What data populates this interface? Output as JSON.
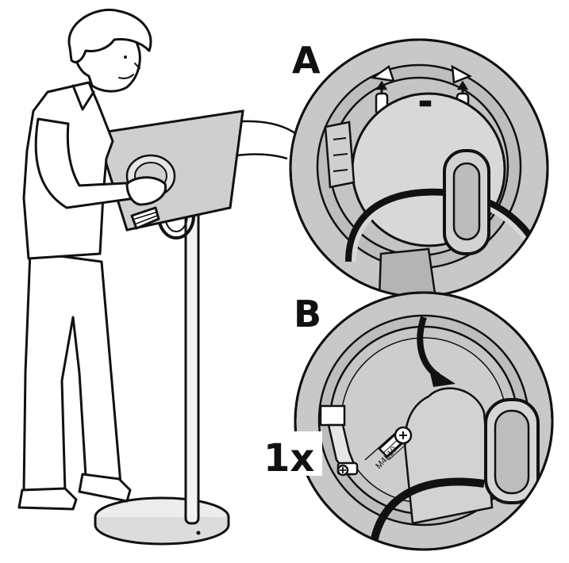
{
  "steps": {
    "a": {
      "letter": "A"
    },
    "b": {
      "letter": "B"
    }
  },
  "screw": {
    "count": "1x",
    "size_marking": "M4L10"
  },
  "colors": {
    "ink": "#111111",
    "zoom_fill": "#c8c8c8",
    "zoom_inner": "#b9b9b9",
    "paper": "#ffffff",
    "panel": "#cfcfcf"
  }
}
